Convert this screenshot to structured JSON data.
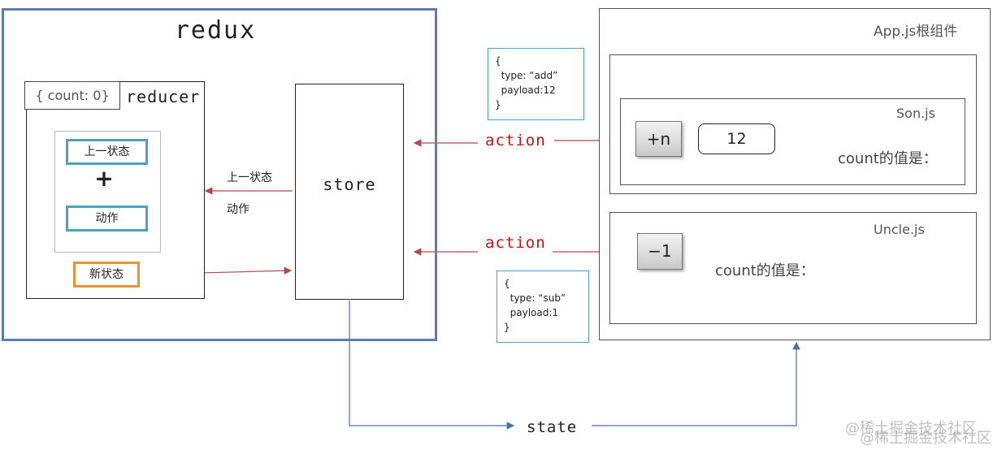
{
  "redux": {
    "title": "redux",
    "initial_state": "{ count: 0}",
    "reducer_label": "reducer",
    "prev_state": "上一状态",
    "plus": "+",
    "action": "动作",
    "new_state": "新状态"
  },
  "store": {
    "label": "store",
    "arrow_label_1": "上一状态",
    "arrow_label_2": "动作"
  },
  "payload_add": {
    "lines": [
      "{",
      "  type: “add”",
      "  payload:12",
      "}"
    ]
  },
  "payload_sub": {
    "lines": [
      "{",
      "  type: “sub”",
      "  payload:1",
      "}"
    ]
  },
  "action_label_top": "action",
  "action_label_bottom": "action",
  "state_label": "state",
  "app": {
    "label": "App.js根组件",
    "son": {
      "label": "Son.js",
      "button": "+n",
      "input_value": "12",
      "count_text": "count的值是："
    },
    "uncle": {
      "label": "Uncle.js",
      "button": "−1",
      "count_text": "count的值是："
    }
  },
  "watermark": "@稀土掘金技术社区",
  "colors": {
    "redux_border": "#5b7fa8",
    "teal": "#4aa3b8",
    "orange": "#e8923a",
    "action_red": "#cc1111",
    "arrow_red": "#b24a4a",
    "arrow_blue": "#4a72b0"
  }
}
